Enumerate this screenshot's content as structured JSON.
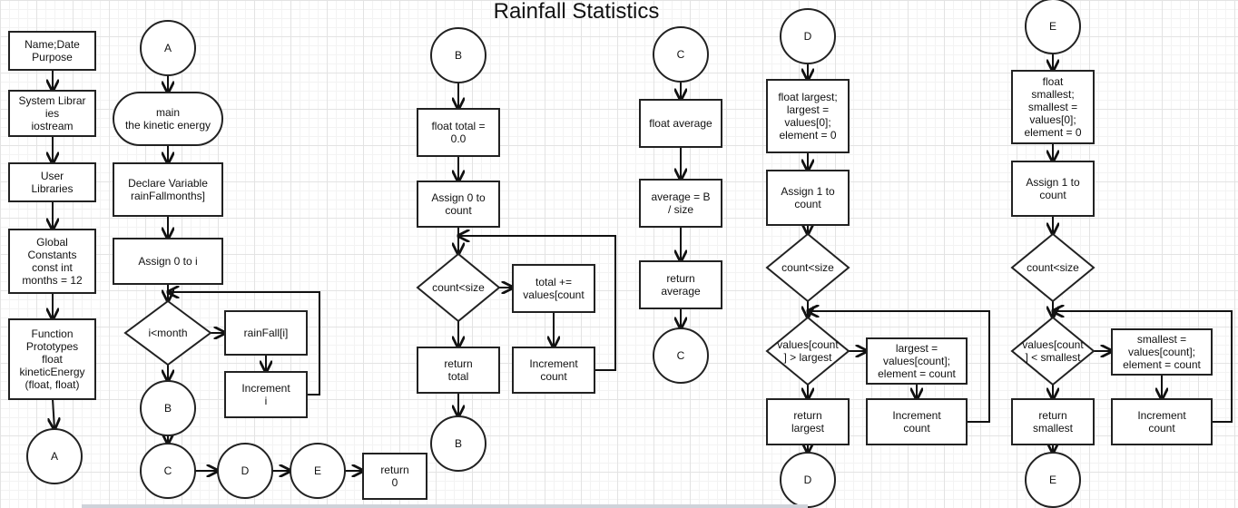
{
  "title": "Rainfall Statistics",
  "nodes": {
    "n_name": [
      "Name;Date",
      "Purpose"
    ],
    "n_syslib": [
      "System Librar",
      "ies",
      "iostream"
    ],
    "n_userlib": [
      "User",
      "Libraries"
    ],
    "n_global": [
      "Global",
      "Constants",
      "const int",
      "months = 12"
    ],
    "n_proto": [
      "Function",
      "Prototypes",
      "float",
      "kineticEnergy",
      "(float, float)"
    ],
    "n_A_out": [
      "A"
    ],
    "n_A_in": [
      "A"
    ],
    "n_main": [
      "main",
      "the kinetic energy"
    ],
    "n_declare": [
      "Declare Variable",
      "rainFallmonths]"
    ],
    "n_assign_i": [
      "Assign 0 to i"
    ],
    "n_cond_month": [
      "i<month"
    ],
    "n_rainfall": [
      "rainFall[i]"
    ],
    "n_incr_i": [
      "Increment",
      "i"
    ],
    "n_B_main": [
      "B"
    ],
    "n_C_main": [
      "C"
    ],
    "n_D_main": [
      "D"
    ],
    "n_E_main": [
      "E"
    ],
    "n_return0": [
      "return",
      "0"
    ],
    "n_B_in": [
      "B"
    ],
    "n_float_total": [
      "float total =",
      "0.0"
    ],
    "n_assign_count_B": [
      "Assign 0 to",
      "count"
    ],
    "n_cond_B": [
      "count<size"
    ],
    "n_total_add": [
      "total +=",
      "values[count"
    ],
    "n_incr_B": [
      "Increment",
      "count"
    ],
    "n_return_total": [
      "return",
      "total"
    ],
    "n_B_out": [
      "B"
    ],
    "n_C_in": [
      "C"
    ],
    "n_float_avg": [
      "float average"
    ],
    "n_avg_calc": [
      "average = B",
      "/ size"
    ],
    "n_return_avg": [
      "return",
      "average"
    ],
    "n_C_out": [
      "C"
    ],
    "n_D_in": [
      "D"
    ],
    "n_float_largest": [
      "float largest;",
      "largest =",
      "values[0];",
      "element = 0"
    ],
    "n_assign_count_D": [
      "Assign 1 to",
      "count"
    ],
    "n_cond_D1": [
      "count<size"
    ],
    "n_cond_D2": [
      "values[count",
      "] > largest"
    ],
    "n_largest_set": [
      "largest =",
      "values[count];",
      "element = count"
    ],
    "n_return_largest": [
      "return",
      "largest"
    ],
    "n_incr_D": [
      "Increment",
      "count"
    ],
    "n_D_out": [
      "D"
    ],
    "n_E_in": [
      "E"
    ],
    "n_float_smallest": [
      "float",
      "smallest;",
      "smallest =",
      "values[0];",
      "element = 0"
    ],
    "n_assign_count_E": [
      "Assign 1 to",
      "count"
    ],
    "n_cond_E1": [
      "count<size"
    ],
    "n_cond_E2": [
      "values[count",
      "] < smallest"
    ],
    "n_smallest_set": [
      "smallest =",
      "values[count];",
      "element = count"
    ],
    "n_return_smallest": [
      "return",
      "smallest"
    ],
    "n_incr_E": [
      "Increment",
      "count"
    ],
    "n_E_out": [
      "E"
    ]
  }
}
